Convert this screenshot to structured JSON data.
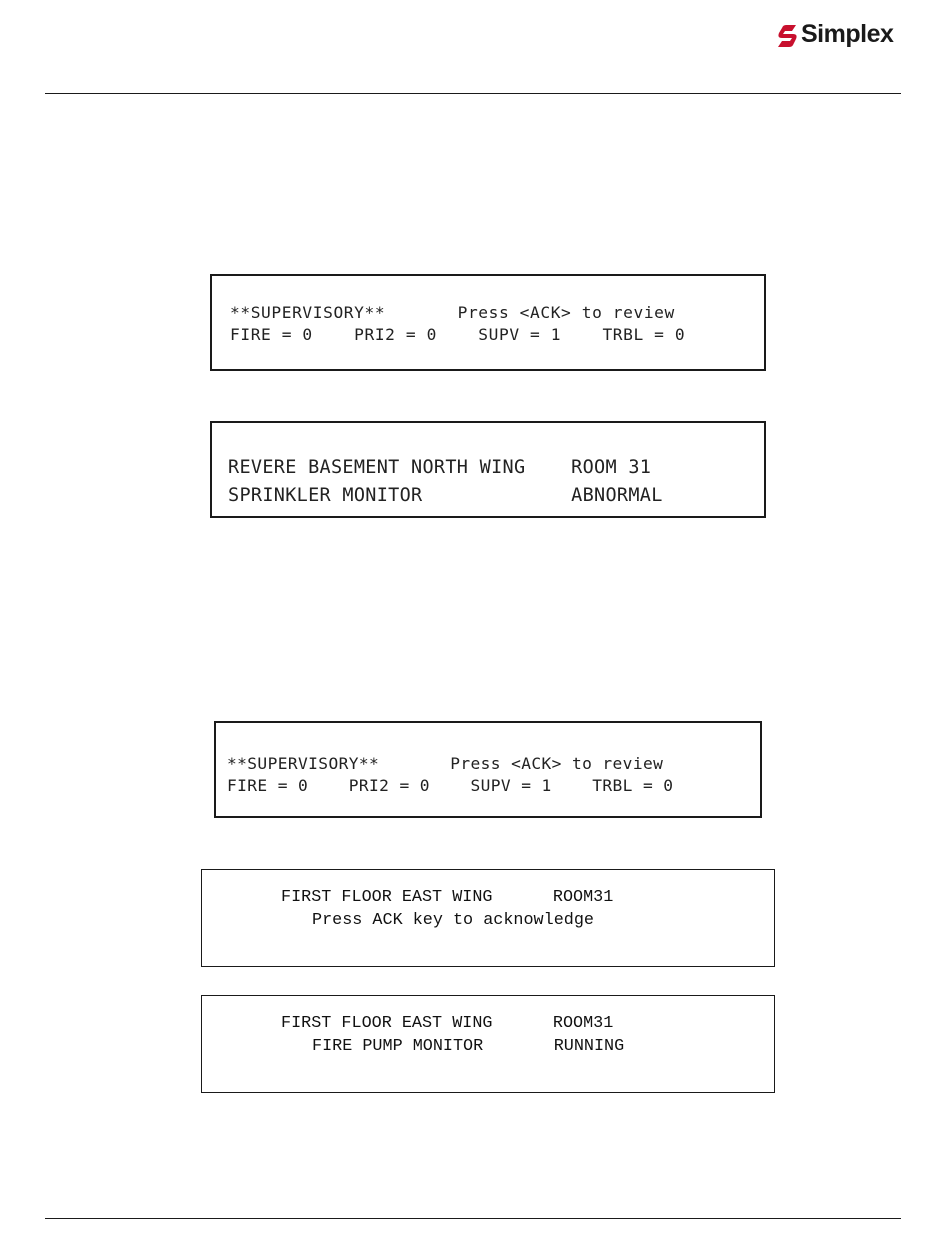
{
  "header": {
    "logo_text": "Simplex",
    "brand_color": "#c8102e"
  },
  "panels": [
    {
      "line1": "**SUPERVISORY**       Press <ACK> to review",
      "line2": "FIRE = 0    PRI2 = 0    SUPV = 1    TRBL = 0"
    },
    {
      "line1": "REVERE BASEMENT NORTH WING    ROOM 31",
      "line2": "SPRINKLER MONITOR             ABNORMAL"
    },
    {
      "line1": "**SUPERVISORY**       Press <ACK> to review",
      "line2": "FIRE = 0    PRI2 = 0    SUPV = 1    TRBL = 0"
    },
    {
      "line1": "FIRST FLOOR EAST WING      ROOM31",
      "line2": "Press ACK key to acknowledge"
    },
    {
      "line1": "FIRST FLOOR EAST WING      ROOM31",
      "line2": "FIRE PUMP MONITOR       RUNNING"
    }
  ]
}
